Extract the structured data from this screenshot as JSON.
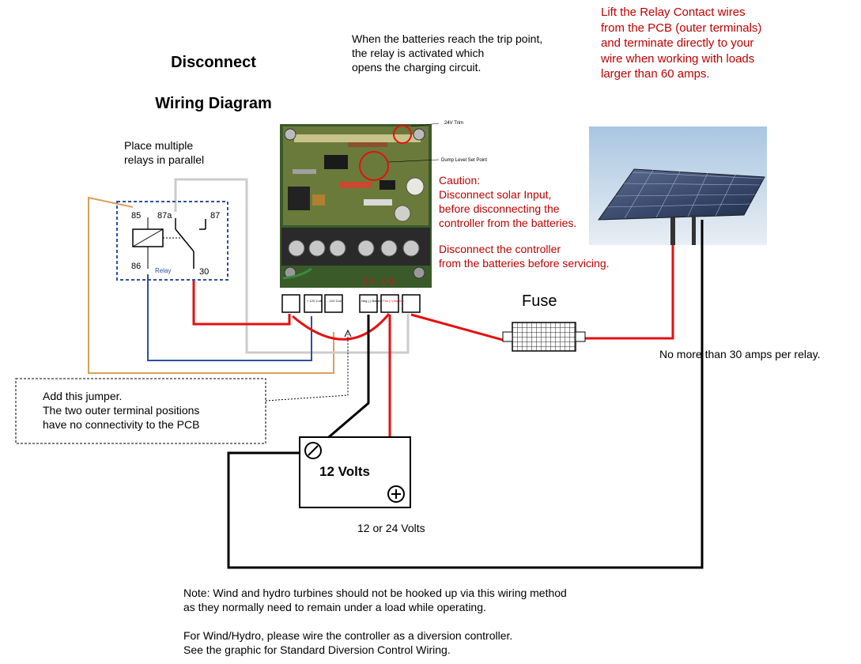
{
  "title": {
    "line1": "Disconnect",
    "line2": "Wiring Diagram"
  },
  "intro_note": "When the batteries reach the trip point,\nthe relay is activated which\nopens the charging circuit.",
  "lift_note": "Lift the Relay Contact wires\nfrom the PCB (outer terminals)\nand terminate directly to your\nwire when working with loads\nlarger than 60 amps.",
  "relay_note": "Place multiple\nrelays in parallel",
  "relay": {
    "pin_85": "85",
    "pin_87a": "87a",
    "pin_87": "87",
    "pin_86": "86",
    "pin_30": "30",
    "label": "Relay"
  },
  "controller": {
    "trim_label": "24V Trim",
    "dump_label": "Dump Level Set Point",
    "neg_label": "(-)",
    "pos_label": "(+)",
    "terminal_labels": [
      "",
      "+ 12V\nCoil",
      "- 12V\nCoil",
      "Neg (-)\nBattery",
      "Pos (+)\nBattery",
      ""
    ],
    "colors": {
      "board": "#3a5a2a",
      "terminal": "#333333"
    }
  },
  "caution": "Caution:\nDisconnect solar Input,\nbefore disconnecting the\ncontroller from the batteries.",
  "service_note": "Disconnect the controller\nfrom the batteries before servicing.",
  "fuse_label": "Fuse",
  "amps_note": "No more than 30 amps per relay.",
  "jumper_note": "Add this jumper.\nThe two outer terminal positions\nhave no connectivity to the PCB",
  "battery": {
    "label": "12 Volts",
    "sublabel": "12 or 24 Volts"
  },
  "bottom_note": "Note: Wind and hydro turbines should not be hooked up via this wiring method\nas they normally need to remain under a load while operating.\n\nFor Wind/Hydro, please wire the controller as a diversion controller.\nSee the graphic for Standard Diversion Control Wiring.",
  "colors": {
    "wire_red": "#e51010",
    "wire_black": "#000000",
    "wire_blue": "#2d4f9e",
    "wire_tan": "#d9a05a",
    "wire_gray": "#cccccc",
    "text_red": "#c00000"
  }
}
